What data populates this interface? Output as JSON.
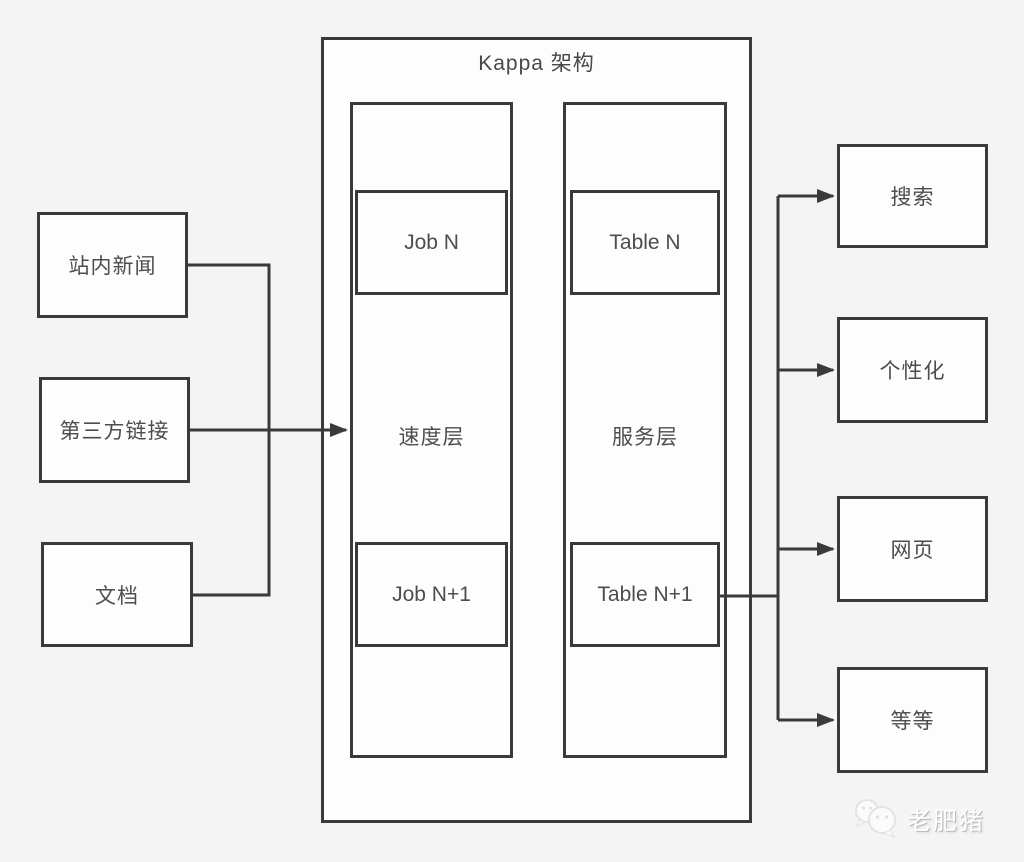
{
  "diagram": {
    "title": "Kappa 架构",
    "sources": [
      {
        "label": "站内新闻"
      },
      {
        "label": "第三方链接"
      },
      {
        "label": "文档"
      }
    ],
    "pipeline": {
      "speed_layer": {
        "label": "速度层",
        "jobs": [
          {
            "label": "Job N"
          },
          {
            "label": "Job N+1"
          }
        ]
      },
      "serving_layer": {
        "label": "服务层",
        "tables": [
          {
            "label": "Table N"
          },
          {
            "label": "Table N+1"
          }
        ]
      }
    },
    "consumers": [
      {
        "label": "搜索"
      },
      {
        "label": "个性化"
      },
      {
        "label": "网页"
      },
      {
        "label": "等等"
      }
    ],
    "watermark": {
      "icon": "chat-bubbles-pig-icon",
      "text": "老肥猪"
    },
    "colors": {
      "background": "#f4f4f4",
      "node_fill": "#fdfdfd",
      "line": "#3a3a3c",
      "text": "#4d4d4f",
      "watermark_text": "#ffffff"
    }
  }
}
